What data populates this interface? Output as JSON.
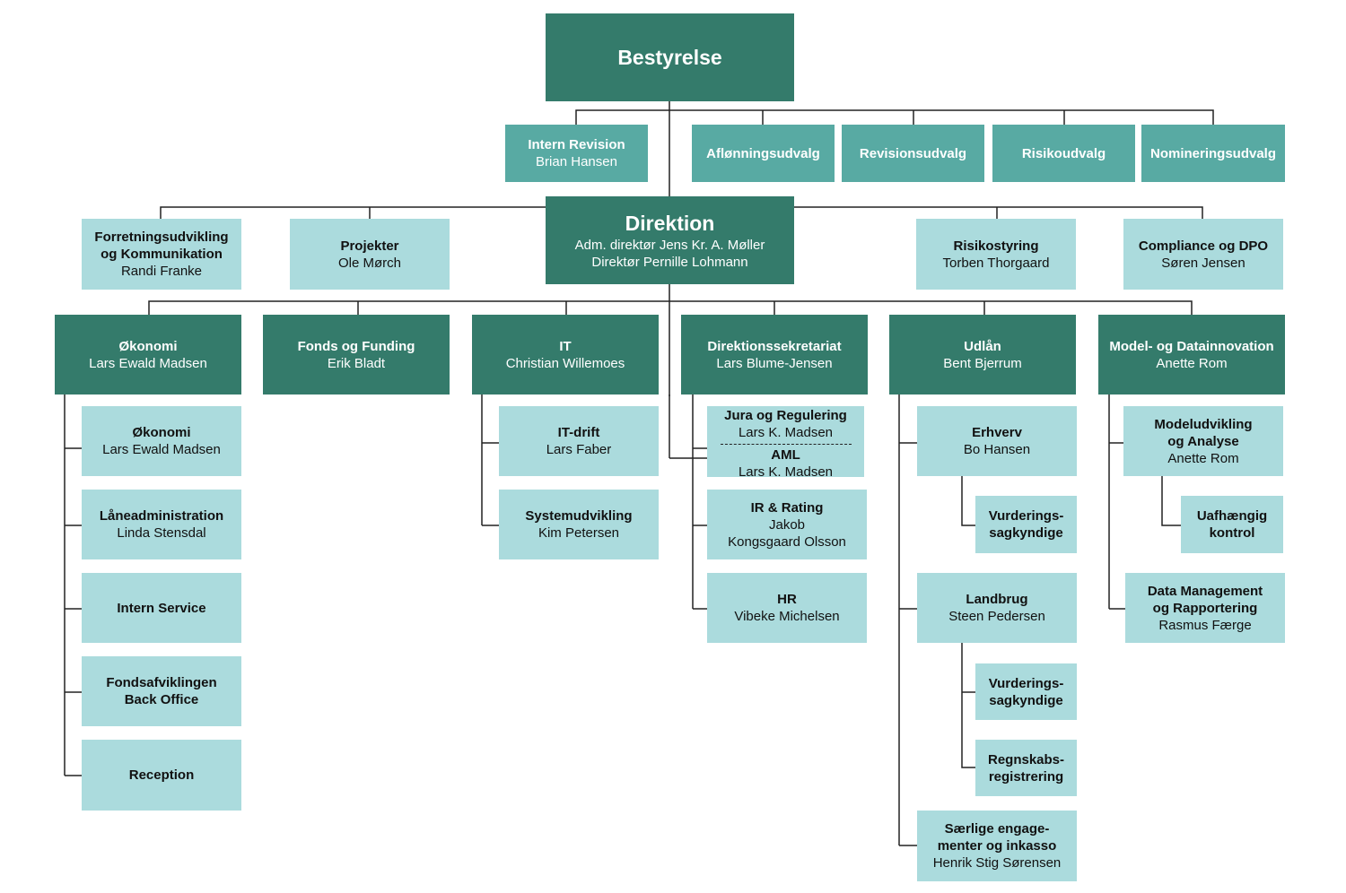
{
  "board": {
    "title": "Bestyrelse"
  },
  "committees": [
    {
      "title": "Intern Revision",
      "name": "Brian Hansen"
    },
    {
      "title": "Aflønningsudvalg",
      "name": ""
    },
    {
      "title": "Revisionsudvalg",
      "name": ""
    },
    {
      "title": "Risikoudvalg",
      "name": ""
    },
    {
      "title": "Nomineringsudvalg",
      "name": ""
    }
  ],
  "management": {
    "title": "Direktion",
    "line1": "Adm. direktør Jens Kr. A. Møller",
    "line2": "Direktør Pernille Lohmann"
  },
  "staff": [
    {
      "title": "Forretningsudvikling og Kommunikation",
      "name": "Randi Franke"
    },
    {
      "title": "Projekter",
      "name": "Ole Mørch"
    },
    {
      "title": "Risikostyring",
      "name": "Torben Thorgaard"
    },
    {
      "title": "Compliance og DPO",
      "name": "Søren Jensen"
    }
  ],
  "departments": [
    {
      "title": "Økonomi",
      "name": "Lars Ewald Madsen"
    },
    {
      "title": "Fonds og Funding",
      "name": "Erik Bladt"
    },
    {
      "title": "IT",
      "name": "Christian Willemoes"
    },
    {
      "title": "Direktionssekretariat",
      "name": "Lars Blume-Jensen"
    },
    {
      "title": "Udlån",
      "name": "Bent Bjerrum"
    },
    {
      "title": "Model- og Datainnovation",
      "name": "Anette Rom"
    }
  ],
  "okonomi_units": [
    {
      "title": "Økonomi",
      "name": "Lars Ewald Madsen"
    },
    {
      "title": "Låneadministration",
      "name": "Linda Stensdal"
    },
    {
      "title": "Intern Service",
      "name": ""
    },
    {
      "title": "Fondsafviklingen Back Office",
      "name": ""
    },
    {
      "title": "Reception",
      "name": ""
    }
  ],
  "it_units": [
    {
      "title": "IT-drift",
      "name": "Lars Faber"
    },
    {
      "title": "Systemudvikling",
      "name": "Kim Petersen"
    }
  ],
  "sekretariat_units": {
    "split": {
      "title1": "Jura og Regulering",
      "name1": "Lars K. Madsen",
      "title2": "AML",
      "name2": "Lars K. Madsen"
    },
    "rating": {
      "title": "IR & Rating",
      "name1": "Jakob",
      "name2": "Kongsgaard Olsson"
    },
    "hr": {
      "title": "HR",
      "name": "Vibeke Michelsen"
    }
  },
  "udlaan_units": {
    "erhverv": {
      "title": "Erhverv",
      "name": "Bo Hansen"
    },
    "erhverv_sub": {
      "title1": "Vurderings-",
      "title2": "sagkyndige"
    },
    "landbrug": {
      "title": "Landbrug",
      "name": "Steen Pedersen"
    },
    "landbrug_sub1": {
      "title1": "Vurderings-",
      "title2": "sagkyndige"
    },
    "landbrug_sub2": {
      "title1": "Regnskabs-",
      "title2": "registrering"
    },
    "saerlige": {
      "title1": "Særlige engage-",
      "title2": "menter og inkasso",
      "name": "Henrik Stig Sørensen"
    }
  },
  "model_units": {
    "modeludvikling": {
      "title1": "Modeludvikling",
      "title2": "og Analyse",
      "name": "Anette Rom"
    },
    "uafhaengig": {
      "title1": "Uafhængig",
      "title2": "kontrol"
    },
    "datamgmt": {
      "title1": "Data Management",
      "title2": "og Rapportering",
      "name": "Rasmus Færge"
    }
  },
  "colors": {
    "dark": "#347b6b",
    "mid": "#58aaa3",
    "light": "#abdbdd",
    "line": "#222222"
  }
}
